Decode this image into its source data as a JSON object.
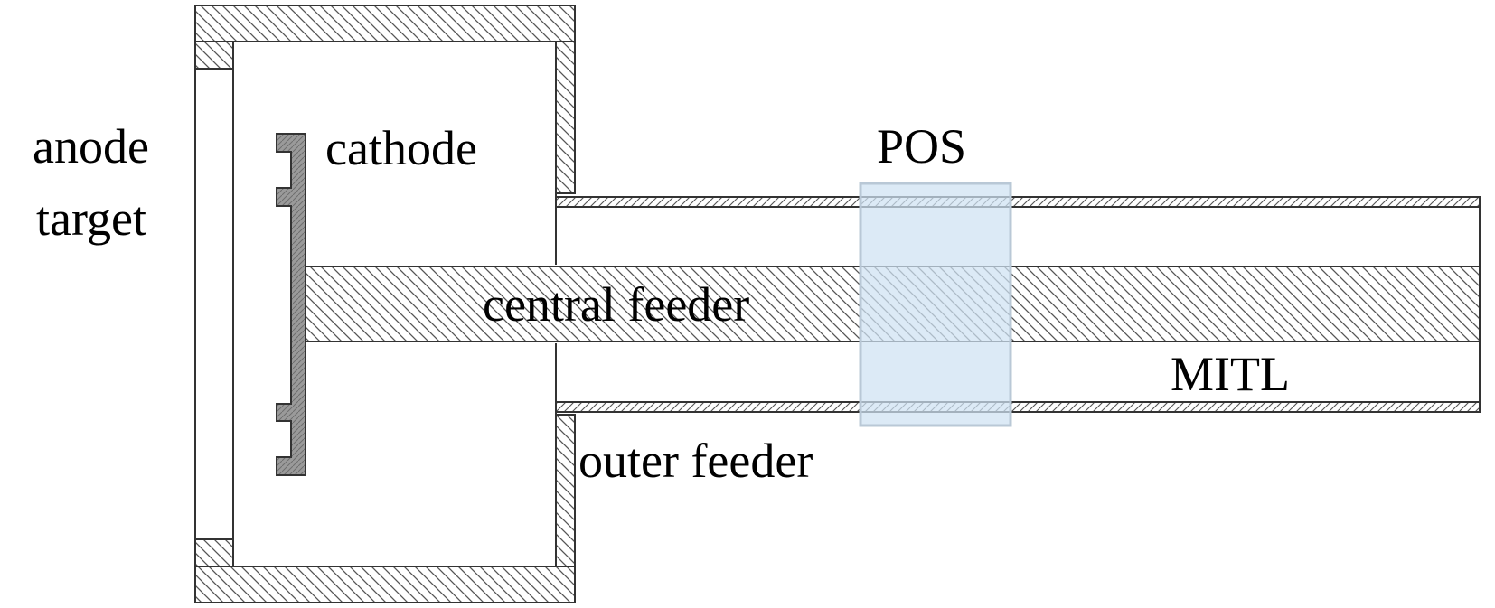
{
  "labels": {
    "anode": "anode",
    "target": "target",
    "cathode": "cathode",
    "pos": "POS",
    "central_feeder": "central feeder",
    "mitl": "MITL",
    "outer_feeder": "outer feeder"
  },
  "colors": {
    "outline": "#333333",
    "hatch_stroke": "#555555",
    "cathode_fill": "#9a9a9a",
    "pos_fill": "#cfe2f3",
    "background": "#ffffff"
  }
}
